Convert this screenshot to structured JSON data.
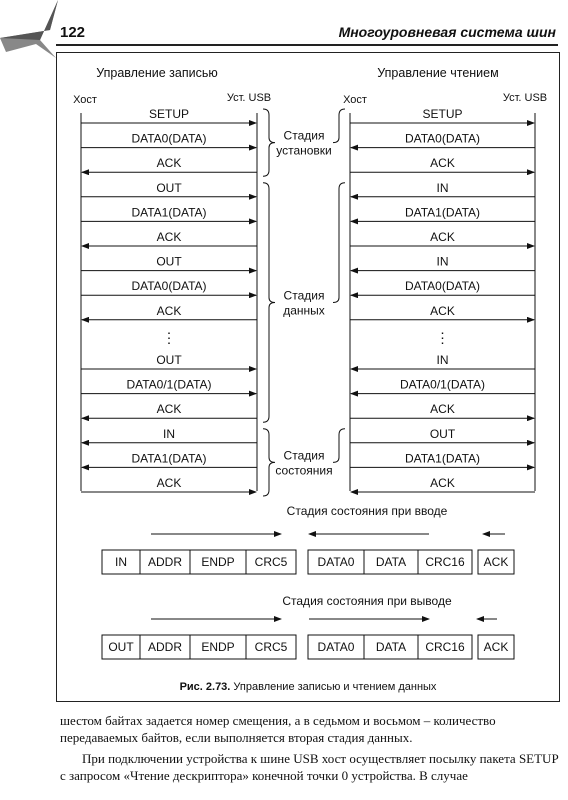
{
  "header": {
    "page_number": "122",
    "running_title": "Многоуровневая система шин"
  },
  "figure": {
    "left_column_title": "Управление записью",
    "right_column_title": "Управление чтением",
    "host_label": "Хост",
    "device_label": "Уст. USB",
    "write_packets": [
      "SETUP",
      "DATA0(DATA)",
      "ACK",
      "OUT",
      "DATA1(DATA)",
      "ACK",
      "OUT",
      "DATA0(DATA)",
      "ACK",
      "⋮",
      "OUT",
      "DATA0/1(DATA)",
      "ACK",
      "IN",
      "DATA1(DATA)",
      "ACK"
    ],
    "read_packets": [
      "SETUP",
      "DATA0(DATA)",
      "ACK",
      "IN",
      "DATA1(DATA)",
      "ACK",
      "IN",
      "DATA0(DATA)",
      "ACK",
      "⋮",
      "IN",
      "DATA0/1(DATA)",
      "ACK",
      "OUT",
      "DATA1(DATA)",
      "ACK"
    ],
    "write_directions": [
      "r",
      "r",
      "l",
      "r",
      "r",
      "l",
      "r",
      "r",
      "l",
      "",
      "r",
      "r",
      "l",
      "l",
      "l",
      "r"
    ],
    "read_directions": [
      "r",
      "l",
      "r",
      "l",
      "l",
      "r",
      "l",
      "l",
      "r",
      "",
      "l",
      "l",
      "r",
      "r",
      "r",
      "l"
    ],
    "stage_setup": [
      "Стадия",
      "установки"
    ],
    "stage_data": [
      "Стадия",
      "данных"
    ],
    "stage_status": [
      "Стадия",
      "состояния"
    ],
    "status_in_title": "Стадия состояния при вводе",
    "status_out_title": "Стадия состояния при выводе",
    "token_in": [
      "IN",
      "ADDR",
      "ENDP",
      "CRC5"
    ],
    "token_out": [
      "OUT",
      "ADDR",
      "ENDP",
      "CRC5"
    ],
    "data_fields": [
      "DATA0",
      "DATA",
      "CRC16"
    ],
    "handshake": "ACK",
    "caption_label": "Рис. 2.73.",
    "caption_text": " Управление записью и чтением данных"
  },
  "body": {
    "paragraph1": "шестом байтах задается номер смещения, а в седьмом и восьмом – количество передаваемых байтов, если выполняется вторая стадия данных.",
    "paragraph2": "При подключении устройства к шине USB хост осуществляет посылку пакета SETUP с запросом «Чтение дескриптора» конечной точки 0 устройства. В случае"
  }
}
